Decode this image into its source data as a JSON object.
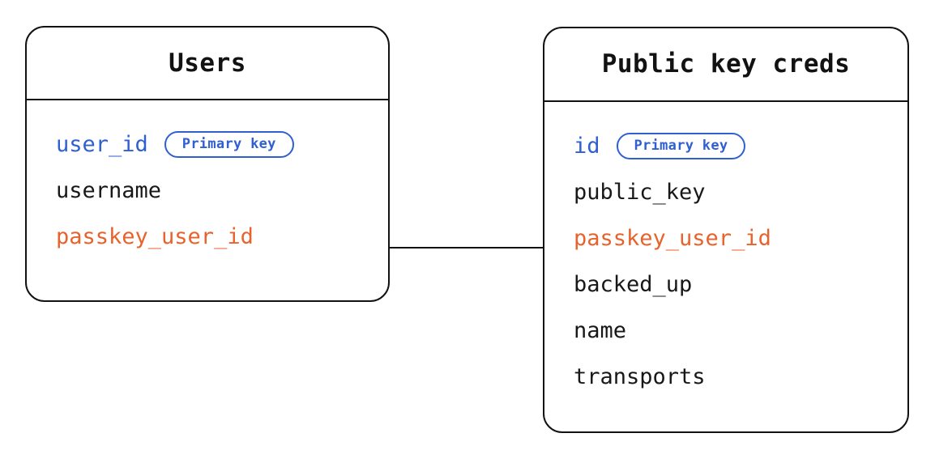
{
  "diagram": {
    "type": "entity-relationship-diagram",
    "background_color": "#FFFFFF",
    "colors": {
      "primary_key": "#2F5FD0",
      "foreign_key": "#E8622C",
      "text": "#17181A",
      "border": "#121212"
    }
  },
  "entities": [
    {
      "id": "users",
      "title": "Users",
      "fields": [
        {
          "name": "user_id",
          "role": "pk",
          "badge": "Primary key"
        },
        {
          "name": "username",
          "role": "normal",
          "badge": null
        },
        {
          "name": "passkey_user_id",
          "role": "fk",
          "badge": null
        }
      ]
    },
    {
      "id": "public_key_creds",
      "title": "Public key creds",
      "fields": [
        {
          "name": "id",
          "role": "pk",
          "badge": "Primary key"
        },
        {
          "name": "public_key",
          "role": "normal",
          "badge": null
        },
        {
          "name": "passkey_user_id",
          "role": "fk",
          "badge": null
        },
        {
          "name": "backed_up",
          "role": "normal",
          "badge": null
        },
        {
          "name": "name",
          "role": "normal",
          "badge": null
        },
        {
          "name": "transports",
          "role": "normal",
          "badge": null
        }
      ]
    }
  ],
  "relationships": [
    {
      "id": "users-to-public-key-creds",
      "from_entity": "users",
      "from_field": "passkey_user_id",
      "to_entity": "public_key_creds",
      "to_field": "passkey_user_id",
      "style": "solid-line"
    }
  ]
}
